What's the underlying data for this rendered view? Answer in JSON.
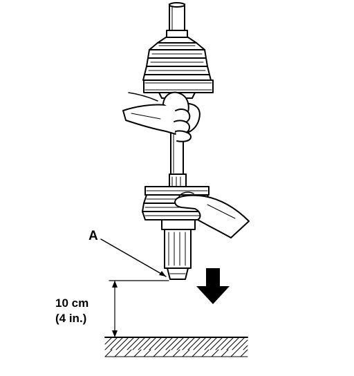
{
  "labels": {
    "part_a": "A",
    "drop_distance_metric": "10 cm",
    "drop_distance_imperial": "(4 in.)"
  },
  "colors": {
    "ink": "#000000",
    "paper": "#ffffff"
  },
  "icons": {
    "direction": "down-arrow-icon"
  }
}
